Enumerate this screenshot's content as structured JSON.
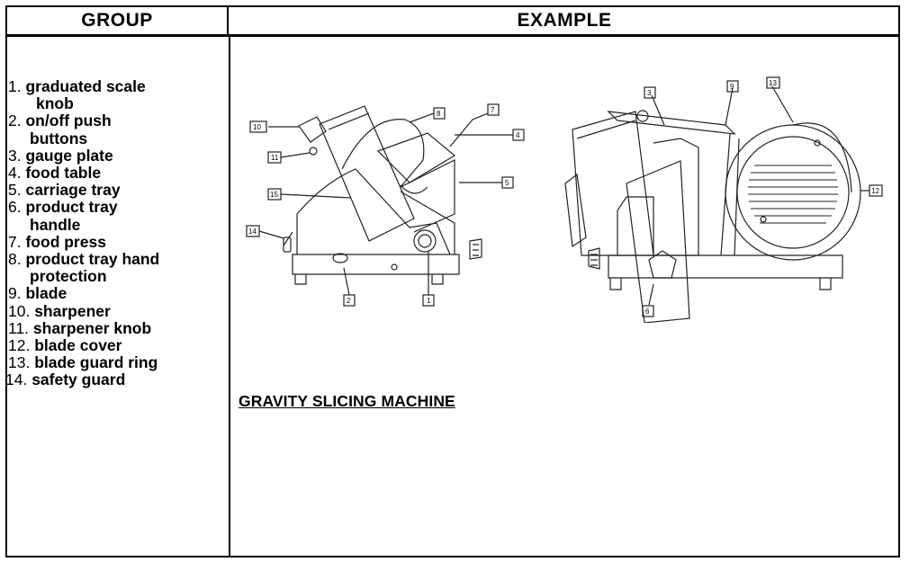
{
  "headers": {
    "group": "GROUP",
    "example": "EXAMPLE"
  },
  "parts": [
    {
      "num": "1.",
      "label": "graduated scale",
      "cont": "knob"
    },
    {
      "num": "2.",
      "label": "on/off push",
      "cont": "buttons"
    },
    {
      "num": "3.",
      "label": "gauge plate",
      "cont": ""
    },
    {
      "num": "4.",
      "label": "food table",
      "cont": ""
    },
    {
      "num": "5.",
      "label": "carriage tray",
      "cont": ""
    },
    {
      "num": "6.",
      "label": "product tray",
      "cont": "handle"
    },
    {
      "num": "7.",
      "label": "food press",
      "cont": ""
    },
    {
      "num": "8.",
      "label": "product tray hand",
      "cont": "protection"
    },
    {
      "num": "9.",
      "label": "blade",
      "cont": ""
    },
    {
      "num": "10.",
      "label": "sharpener",
      "cont": ""
    },
    {
      "num": "11.",
      "label": "sharpener  knob",
      "cont": ""
    },
    {
      "num": "12.",
      "label": "blade cover",
      "cont": ""
    },
    {
      "num": "13.",
      "label": "blade guard ring",
      "cont": ""
    },
    {
      "num": "14.",
      "label": "safety guard",
      "cont": ""
    }
  ],
  "caption": "GRAVITY SLICING MACHINE",
  "callouts_left": [
    "10",
    "11",
    "15",
    "14",
    "8",
    "7",
    "4",
    "5",
    "2",
    "1"
  ],
  "callouts_right": [
    "3",
    "9",
    "13",
    "12",
    "6"
  ]
}
